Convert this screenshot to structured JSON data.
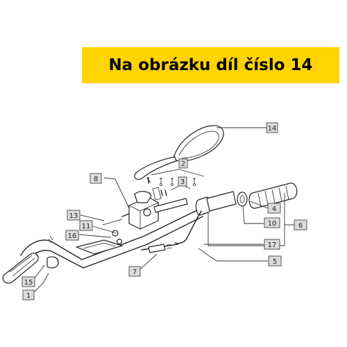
{
  "banner": {
    "text": "Na obrázku díl číslo 14",
    "background": "#ffd400"
  },
  "callouts": {
    "c14": "14",
    "c2": "2",
    "c3": "3",
    "c8": "8",
    "c13": "13",
    "c11": "11",
    "c16": "16",
    "c4": "4",
    "c10": "10",
    "c6": "6",
    "c17": "17",
    "c5": "5",
    "c7": "7",
    "c15": "15",
    "c1": "1"
  }
}
